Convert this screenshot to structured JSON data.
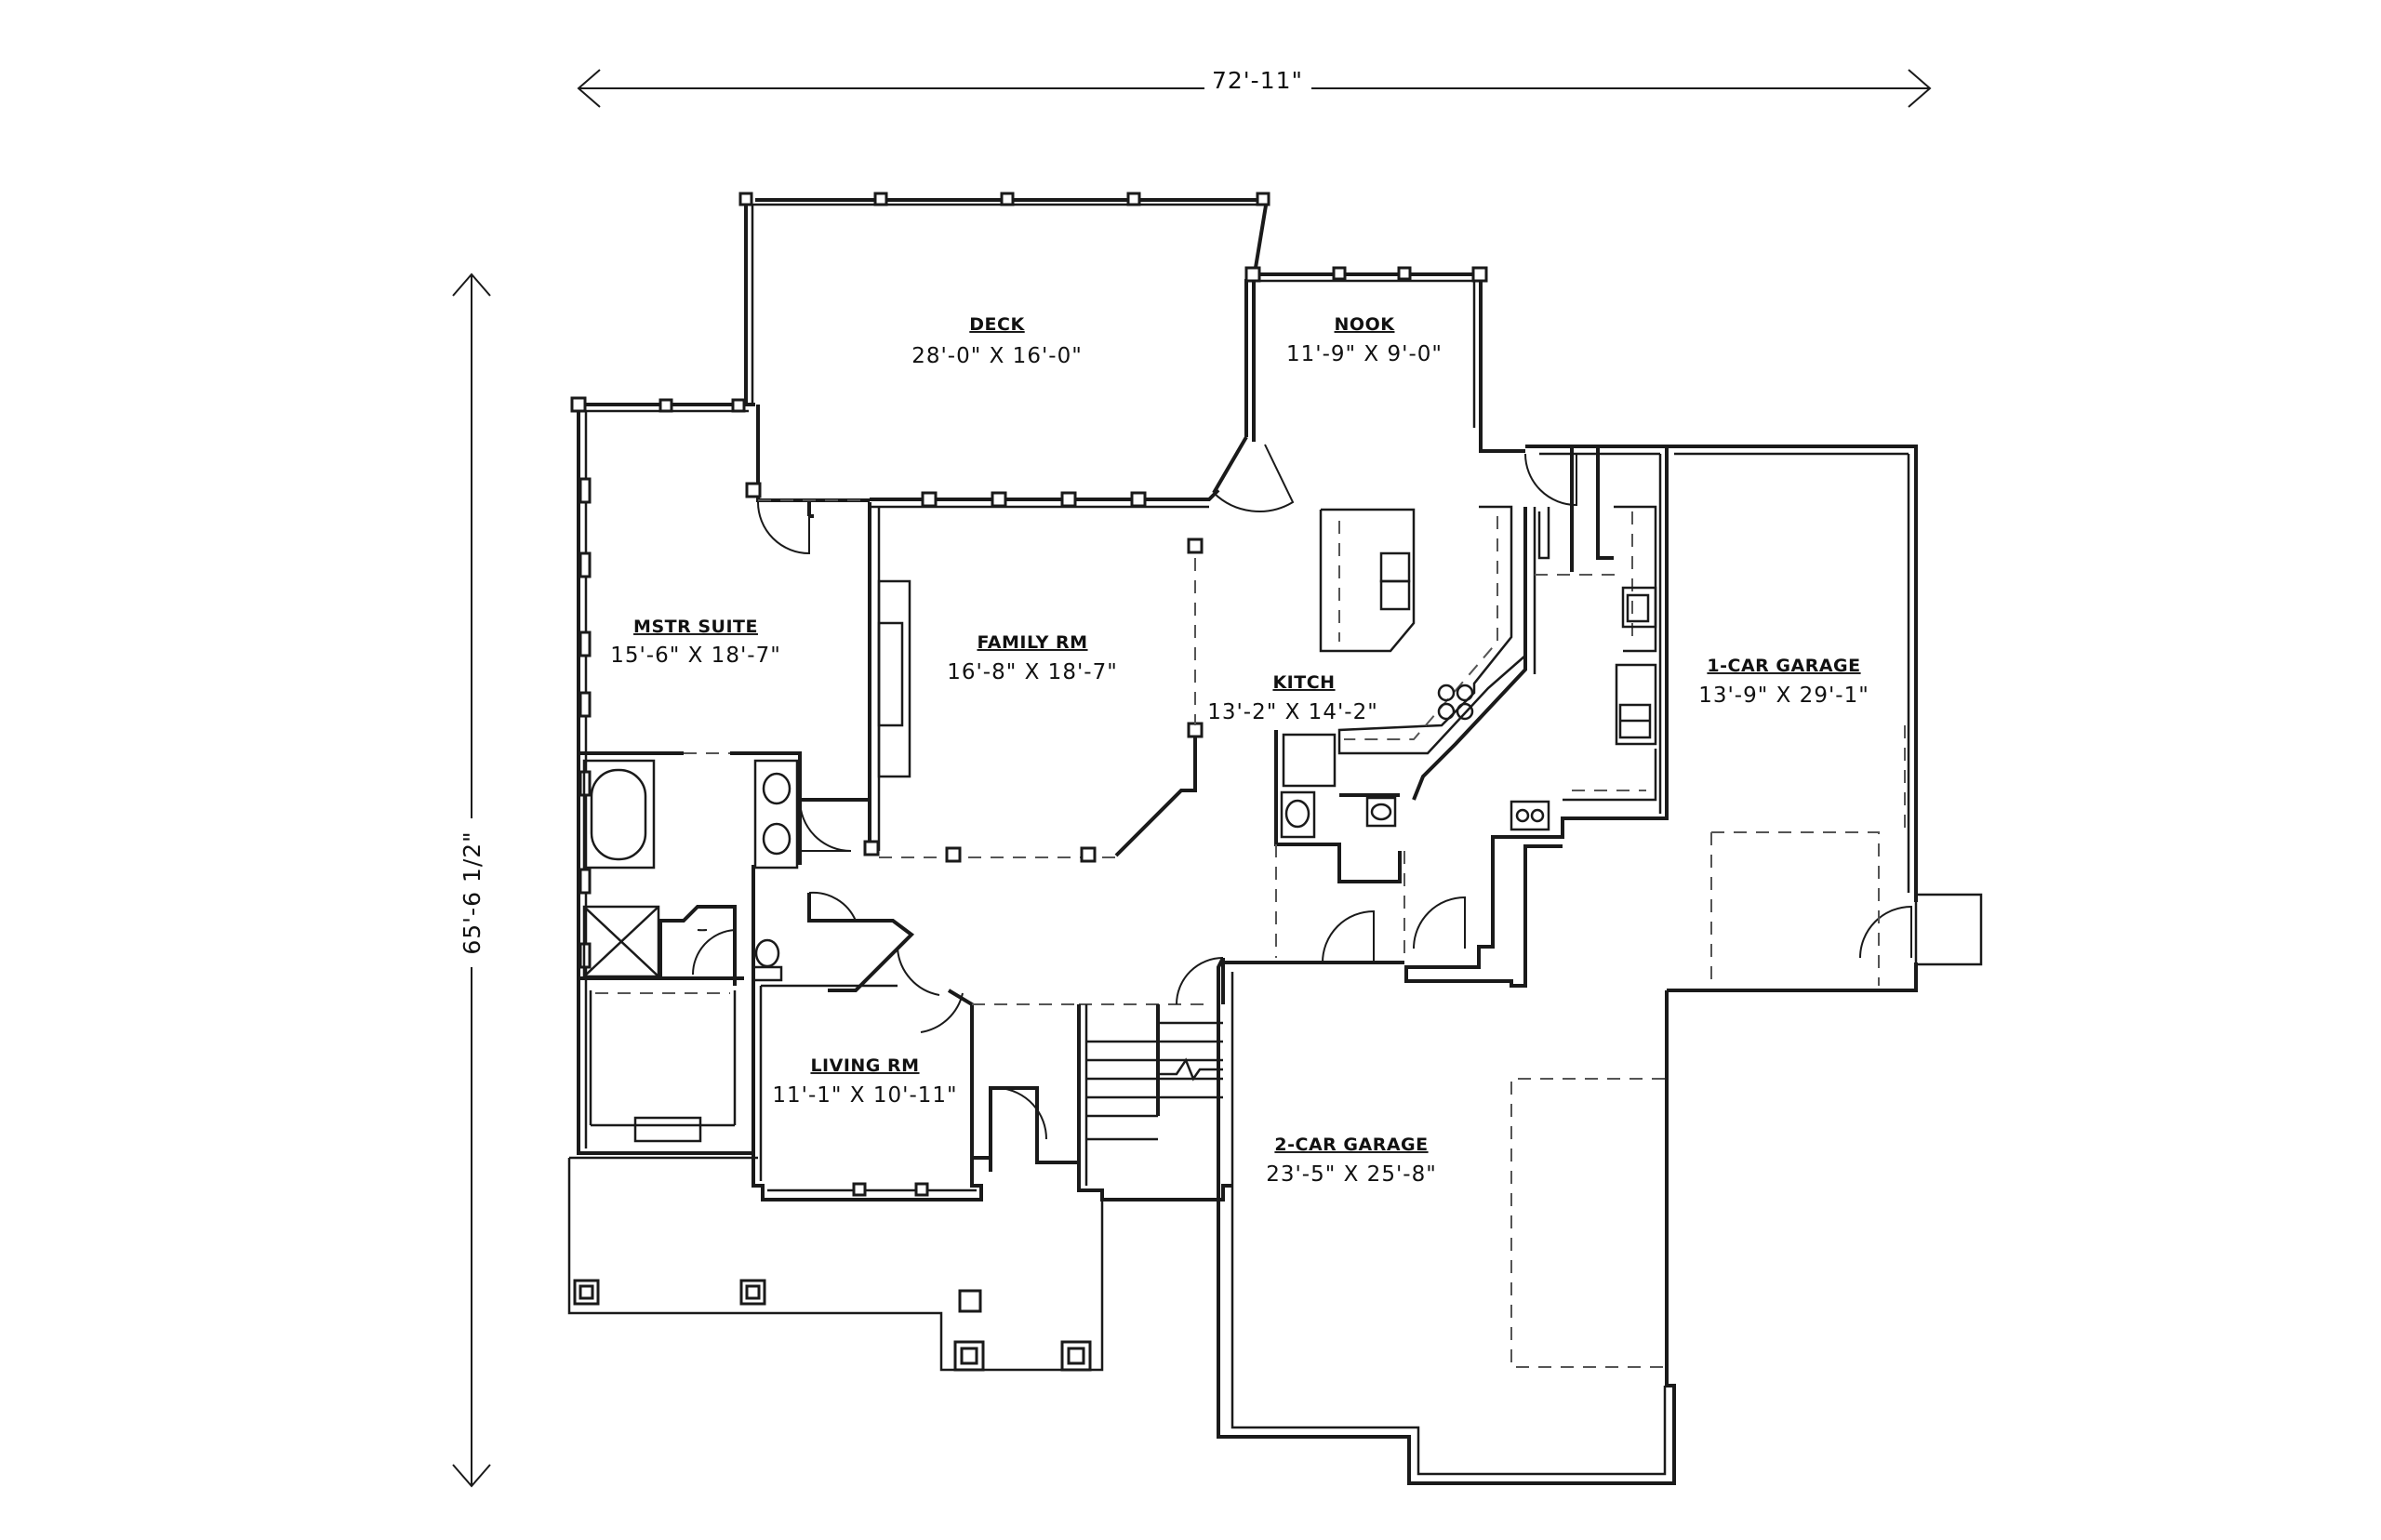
{
  "plan": {
    "overall_width": "72'-11\"",
    "overall_depth": "65'-6 1/2\""
  },
  "rooms": {
    "deck": {
      "name": "DECK",
      "size": "28'-0\" X 16'-0\""
    },
    "nook": {
      "name": "NOOK",
      "size": "11'-9\" X 9'-0\""
    },
    "mstr_suite": {
      "name": "MSTR SUITE",
      "size": "15'-6\" X 18'-7\""
    },
    "family_rm": {
      "name": "FAMILY RM",
      "size": "16'-8\" X 18'-7\""
    },
    "kitch": {
      "name": "KITCH",
      "size": "13'-2\" X 14'-2\""
    },
    "garage_1": {
      "name": "1-CAR GARAGE",
      "size": "13'-9\" X 29'-1\""
    },
    "living_rm": {
      "name": "LIVING RM",
      "size": "11'-1\" X 10'-11\""
    },
    "garage_2": {
      "name": "2-CAR GARAGE",
      "size": "23'-5\" X 25'-8\""
    }
  }
}
